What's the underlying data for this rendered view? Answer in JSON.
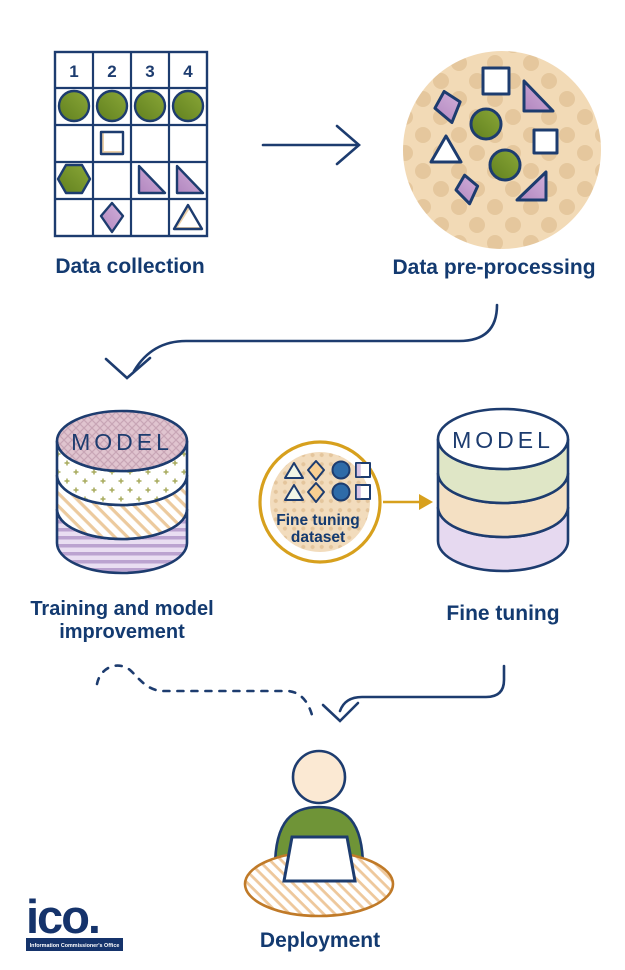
{
  "stages": {
    "data_collection": {
      "label": "Data collection"
    },
    "data_pre_processing": {
      "label": "Data pre-processing"
    },
    "training": {
      "label_line1": "Training and model",
      "label_line2": "improvement",
      "cylinder_text": "MODEL"
    },
    "fine_tuning": {
      "label": "Fine tuning",
      "cylinder_text": "MODEL"
    },
    "fine_tuning_dataset": {
      "label_line1": "Fine tuning",
      "label_line2": "dataset"
    },
    "deployment": {
      "label": "Deployment"
    }
  },
  "grid": {
    "headers": [
      "1",
      "2",
      "3",
      "4"
    ],
    "cells_by_row": [
      [
        "green-circle",
        "green-circle",
        "green-circle",
        "green-circle"
      ],
      [
        "",
        "white-square",
        "",
        ""
      ],
      [
        "green-hexagon",
        "",
        "purple-triangle",
        "purple-triangle"
      ],
      [
        "",
        "purple-kite",
        "",
        "white-triangle"
      ]
    ]
  },
  "preprocessing_circle_shapes": [
    "white-square",
    "purple-kite",
    "purple-triangle",
    "green-circle",
    "white-triangle",
    "white-square",
    "green-circle",
    "purple-kite",
    "purple-triangle"
  ],
  "dataset_shapes_rows": [
    [
      "white-triangle",
      "peach-kite",
      "blue-circle",
      "white-square"
    ],
    [
      "white-triangle",
      "peach-kite",
      "blue-circle",
      "white-square"
    ]
  ],
  "logo": {
    "text": "ico.",
    "subtext": "Information Commissioner's Office"
  },
  "colors": {
    "navy": "#1d3c6f",
    "text_navy": "#133a70",
    "olive_green": "#84a233",
    "purple": "#c2a0cc",
    "tan_circle": "#f2dab6",
    "tan_dots": "#e5c79d",
    "gold": "#d7a01d",
    "blue_dot": "#2e6ba8",
    "desk_orange": "#c07a28",
    "band_green": "#dfe6c6",
    "band_tan": "#f4e0c3",
    "band_lavender": "#e6d9f0"
  }
}
